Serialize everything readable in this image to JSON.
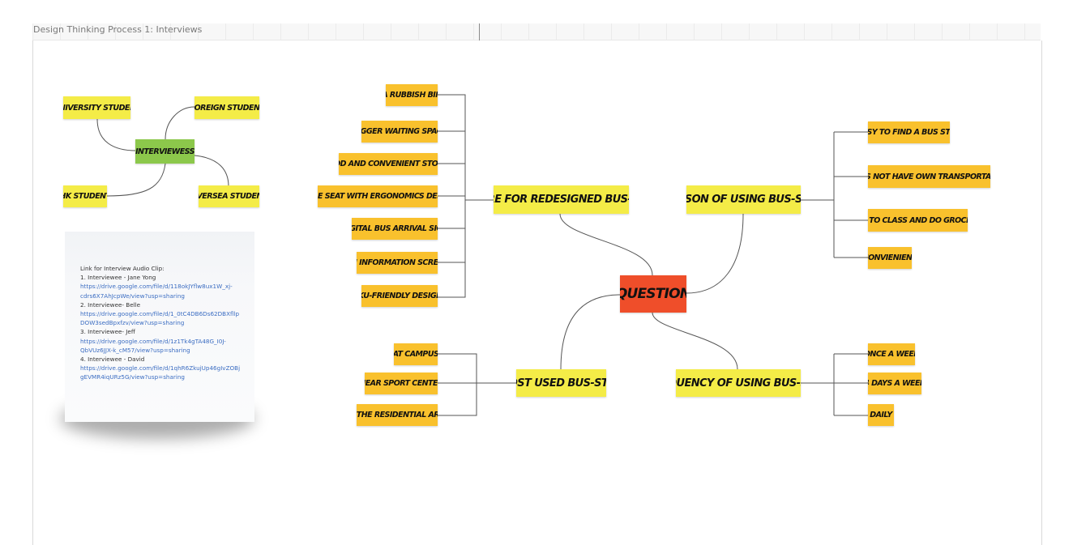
{
  "frame": {
    "title": "Design Thinking Process 1: Interviews"
  },
  "colors": {
    "yellow": "#f4ec47",
    "orange": "#f9c12d",
    "green": "#8cc84b",
    "red": "#ef4e2a",
    "link": "#3b6dc2"
  },
  "interviewees_map": {
    "center": "INTERVIEWESS",
    "types": {
      "university": "UNIVERSITY STUDENT",
      "foreign": "FOREIGN STUDENT",
      "hk": "HK STUDENT",
      "oversea": "OVERSEA STUDENT"
    }
  },
  "note": {
    "heading": "Link for Interview Audio Clip:",
    "entries": [
      {
        "name": "1. Interviewee - Jane Yong",
        "url_line1": "https://drive.google.com/file/d/118okJYflw8ux1W_xj-",
        "url_line2": "cdrs6X7AhJcpWe/view?usp=sharing"
      },
      {
        "name": "2. Interviewee- Belle",
        "url_line1": "https://drive.google.com/file/d/1_0tC4DB6Ds62DBXfllp",
        "url_line2": "DOW3sedBpxfzv/view?usp=sharing"
      },
      {
        "name": "3. Interviewee- Jeff",
        "url_line1": "https://drive.google.com/file/d/1z1Tk4gTA48G_I0J-",
        "url_line2": "QbVUz6JJX-k_cM57/view?usp=sharing"
      },
      {
        "name": "4. Interviewee - David",
        "url_line1": "https://drive.google.com/file/d/1qhR6ZkujUp46gIvZOBj",
        "url_line2": "gEVMR4iqURz5G/view?usp=sharing"
      }
    ]
  },
  "mindmap": {
    "center": "QUESTION",
    "desire": {
      "label": "DESIRE FOR REDESIGNED BUS-STOP",
      "items": [
        "A RUBBISH BIN",
        "BIGGER WAITING SPACE",
        "FOOD AND CONVENIENT STORES",
        "MORE SEAT WITH ERGONOMICS DESIGN",
        "DIGITAL BUS ARRIVAL SIGN",
        "AN INFORMATION SCREEN",
        "OKU-FRIENDLY DESIGNS"
      ]
    },
    "reason": {
      "label": "REASON OF USING BUS-STOP",
      "items": [
        "EASY TO FIND A BUS STOP",
        "DOES NOT HAVE  OWN TRANSPORTATION",
        "GO TO CLASS AND DO  GROCERY",
        "CONVIENIENT"
      ]
    },
    "most_used": {
      "label": "MOST USED BUS-STOP",
      "items": [
        "AT CAMPUS",
        "NEAR SPORT CENTER",
        "AT THE RESIDENTIAL AREA"
      ]
    },
    "frequency": {
      "label": "FREQUENCY OF USING BUS-STOP",
      "items": [
        "ONCE A WEEK",
        "4 DAYS A WEEK",
        "DAILY"
      ]
    }
  }
}
